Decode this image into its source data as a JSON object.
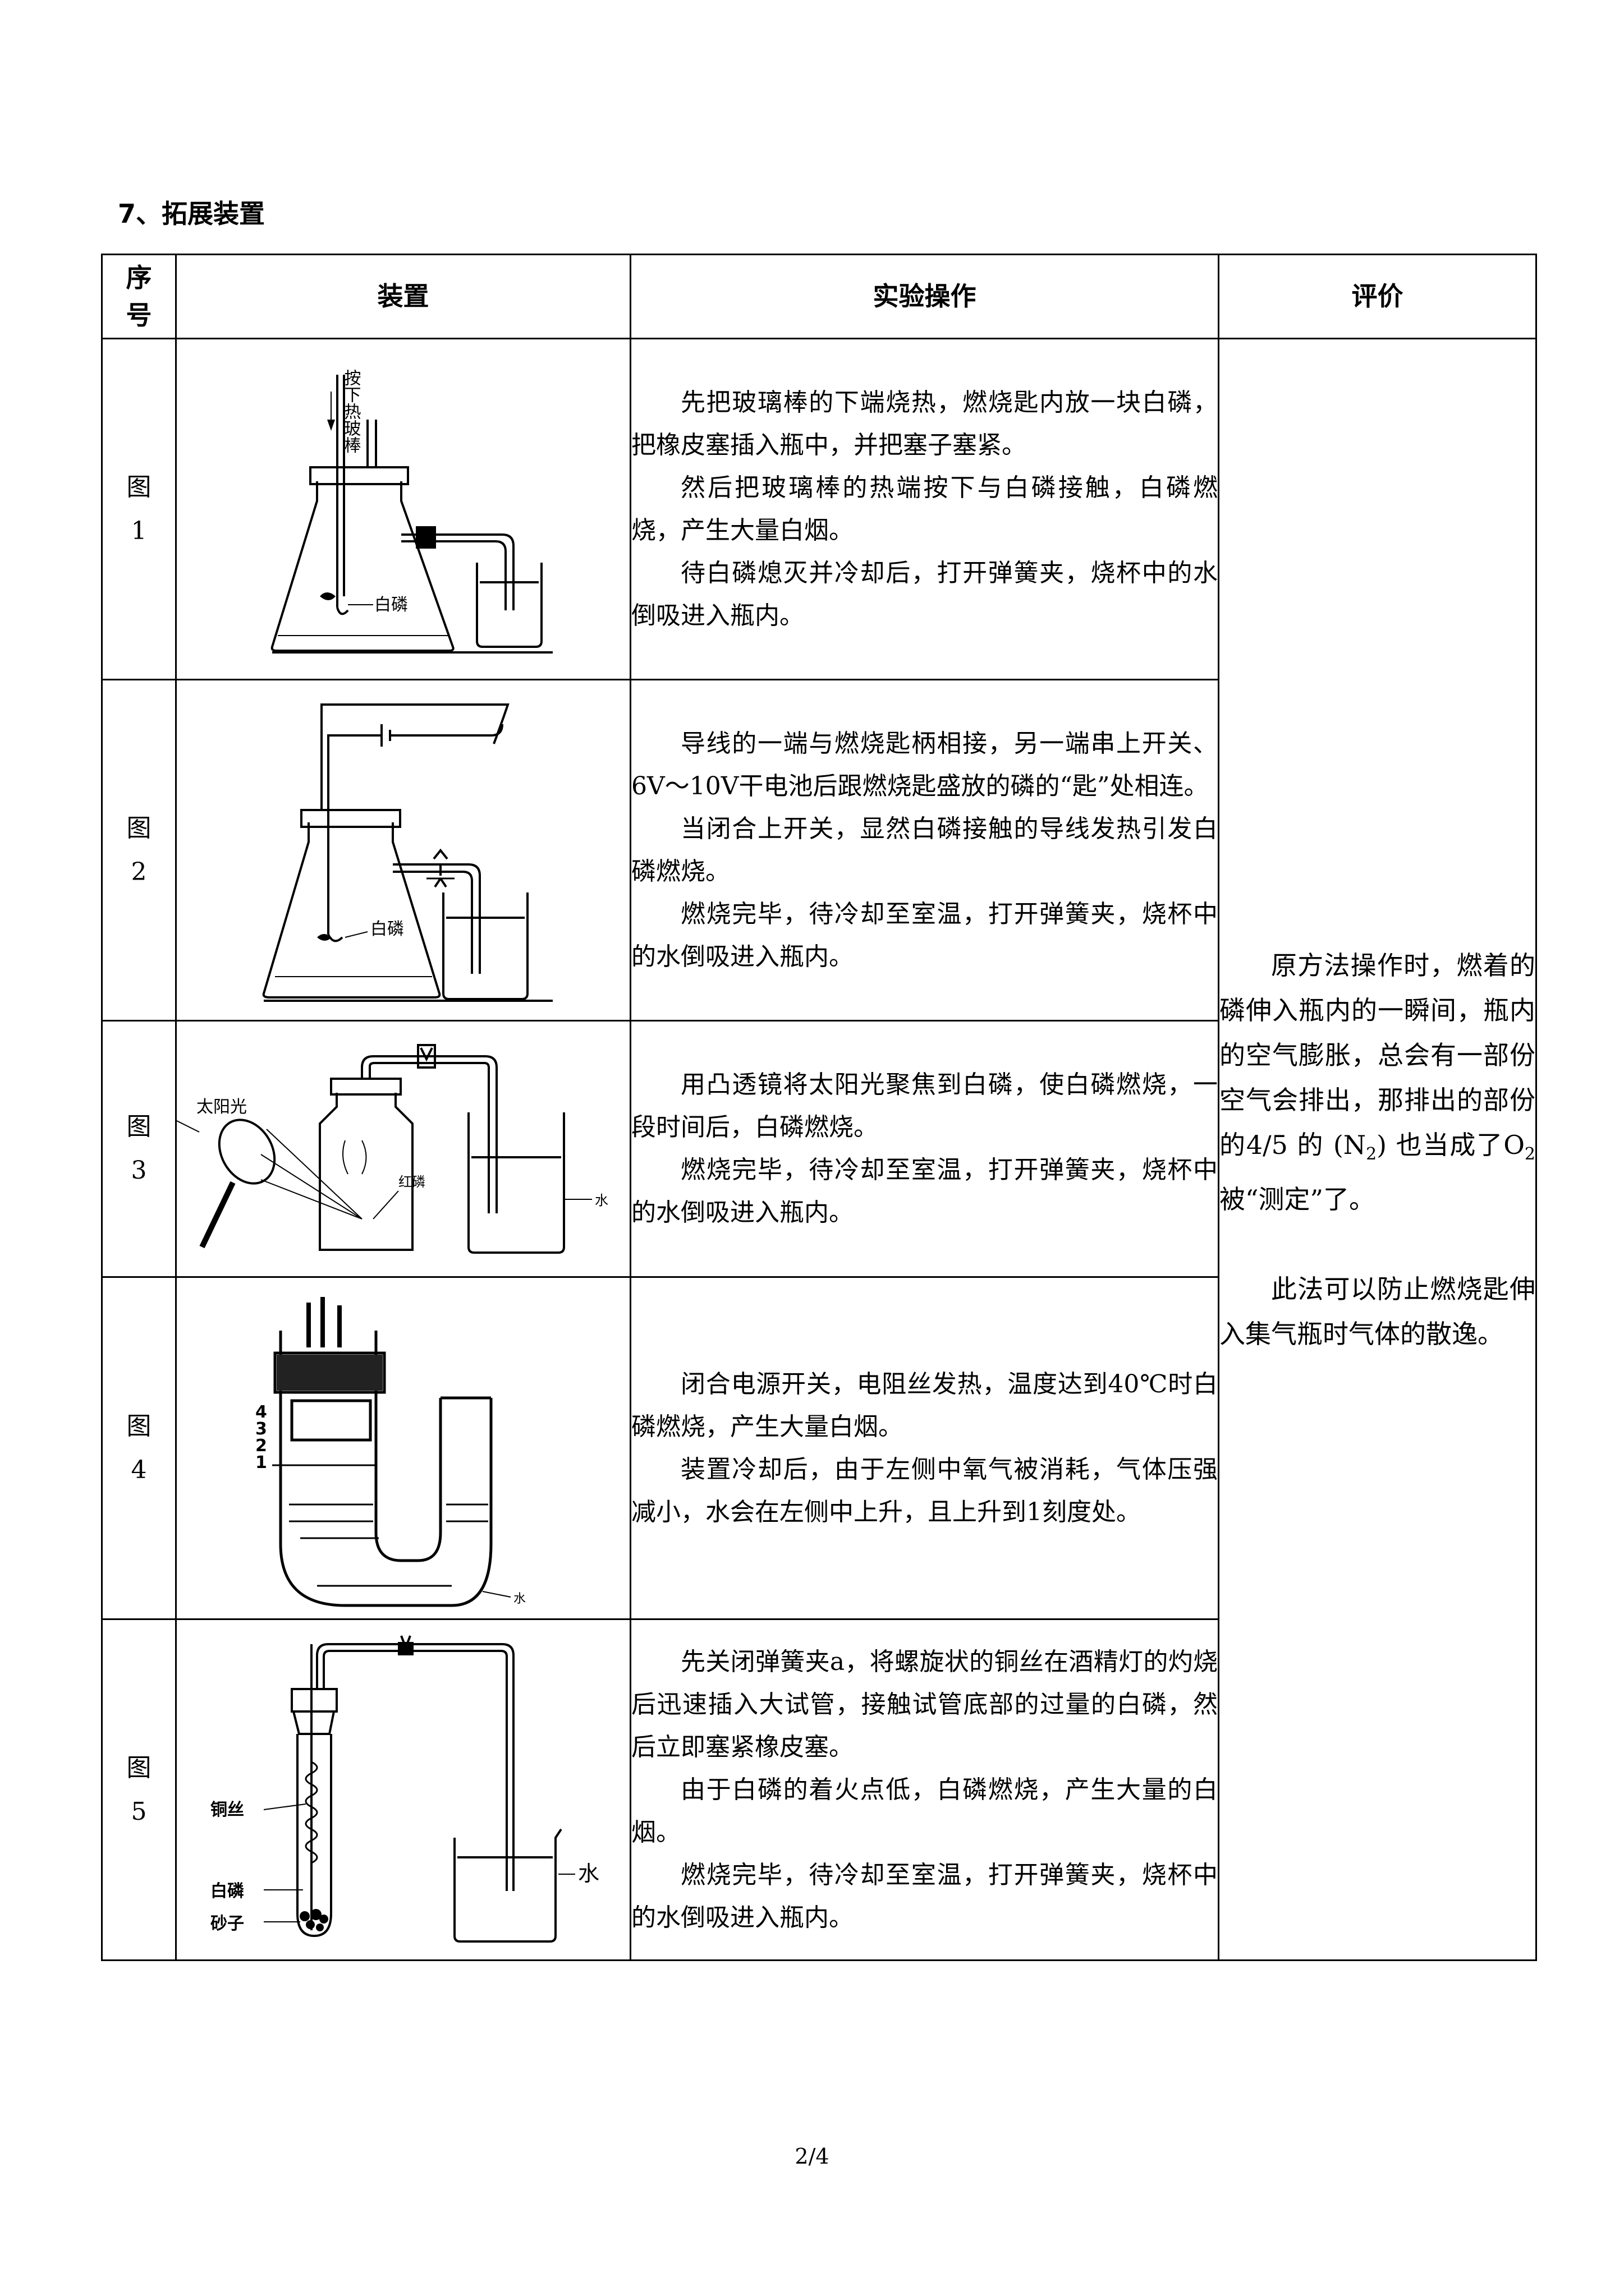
{
  "section_title": "7、拓展装置",
  "headers": {
    "no": "序号",
    "no_line1": "序",
    "no_line2": "号",
    "device": "装置",
    "operation": "实验操作",
    "evaluation": "评价"
  },
  "rows": [
    {
      "fig1": "图",
      "fig2": "1",
      "labels": {
        "rod": "按下热玻棒",
        "phosphorus": "白磷"
      },
      "paragraphs": [
        "先把玻璃棒的下端烧热，燃烧匙内放一块白磷，把橡皮塞插入瓶中，并把塞子塞紧。",
        "然后把玻璃棒的热端按下与白磷接触，白磷燃烧，产生大量白烟。",
        "待白磷熄灭并冷却后，打开弹簧夹，烧杯中的水倒吸进入瓶内。"
      ]
    },
    {
      "fig1": "图",
      "fig2": "2",
      "labels": {
        "phosphorus": "白磷"
      },
      "paragraphs": [
        "导线的一端与燃烧匙柄相接，另一端串上开关、6V～10V干电池后跟燃烧匙盛放的磷的“匙”处相连。",
        "当闭合上开关，显然白磷接触的导线发热引发白磷燃烧。",
        "燃烧完毕，待冷却至室温，打开弹簧夹，烧杯中的水倒吸进入瓶内。"
      ]
    },
    {
      "fig1": "图",
      "fig2": "3",
      "labels": {
        "sun": "太阳光",
        "phosphorus": "红磷",
        "water": "水"
      },
      "paragraphs": [
        "用凸透镜将太阳光聚焦到白磷，使白磷燃烧，一段时间后，白磷燃烧。",
        "燃烧完毕，待冷却至室温，打开弹簧夹，烧杯中的水倒吸进入瓶内。"
      ]
    },
    {
      "fig1": "图",
      "fig2": "4",
      "labels": {
        "marks": [
          "4",
          "3",
          "2",
          "1"
        ],
        "water": "水"
      },
      "paragraphs": [
        "闭合电源开关，电阻丝发热，温度达到40℃时白磷燃烧，产生大量白烟。",
        "装置冷却后，由于左侧中氧气被消耗，气体压强减小，水会在左侧中上升，且上升到1刻度处。"
      ]
    },
    {
      "fig1": "图",
      "fig2": "5",
      "labels": {
        "copper": "铜丝",
        "phosphorus": "白磷",
        "sand": "砂子",
        "water": "水"
      },
      "paragraphs": [
        "先关闭弹簧夹a，将螺旋状的铜丝在酒精灯的灼烧后迅速插入大试管，接触试管底部的过量的白磷，然后立即塞紧橡皮塞。",
        "由于白磷的着火点低，白磷燃烧，产生大量的白烟。",
        "燃烧完毕，待冷却至室温，打开弹簧夹，烧杯中的水倒吸进入瓶内。"
      ]
    }
  ],
  "evaluation": {
    "p1_a": "原方法操作时，燃着的磷伸入瓶内的一瞬间，瓶内的空气膨胀，总会有一部份空气会排出，那排出的部份的4/5 的 (N",
    "p1_sub": "2",
    "p1_b": ") 也当成了O",
    "p1_sub2": "2",
    "p1_c": "被“测定”了。",
    "p2": "此法可以防止燃烧匙伸入集气瓶时气体的散逸。"
  },
  "page_number": "2/4"
}
